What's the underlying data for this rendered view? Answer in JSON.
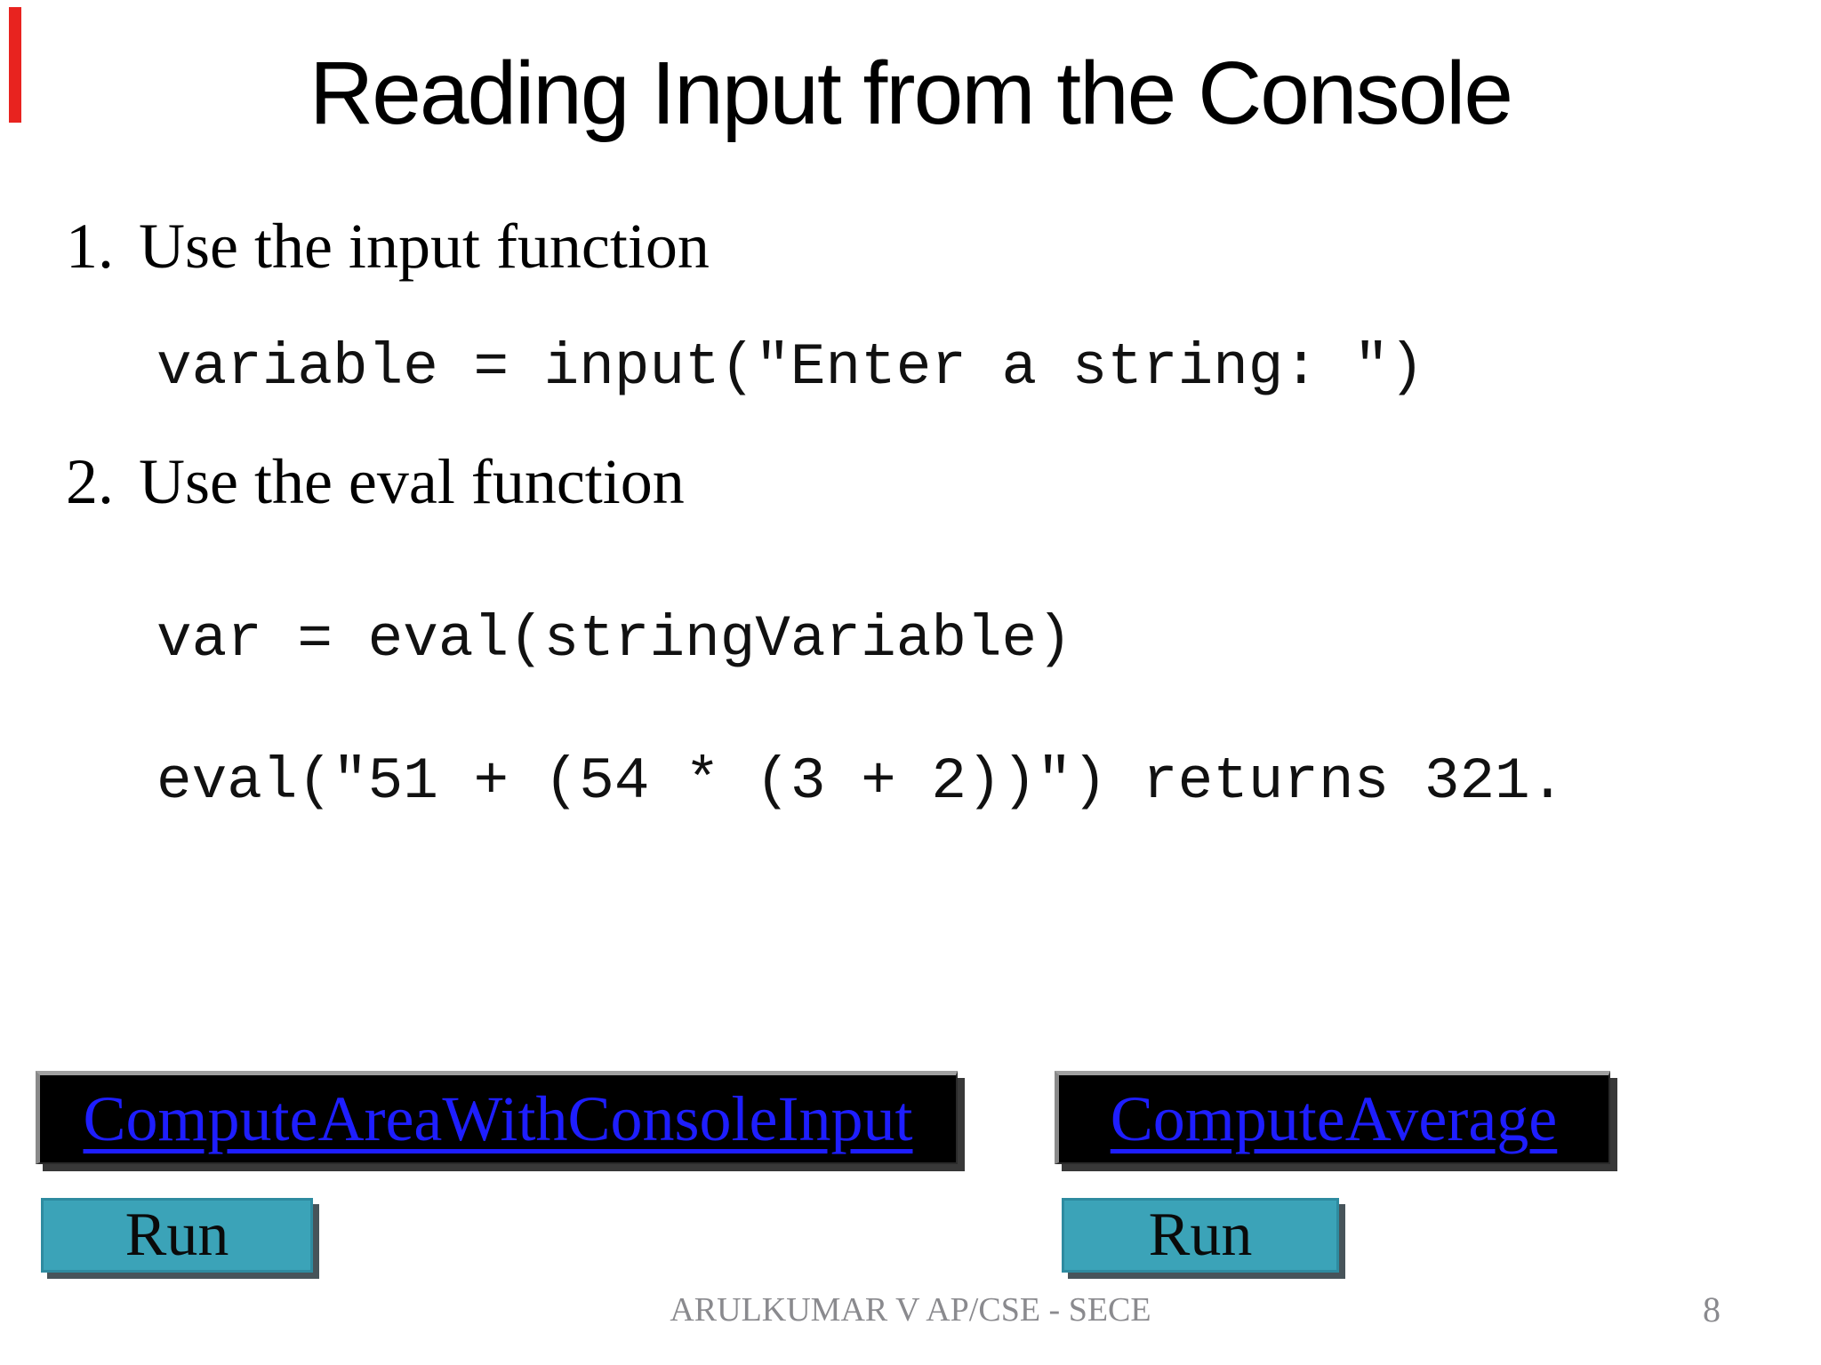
{
  "slide": {
    "title": "Reading Input from the Console",
    "items": [
      {
        "number": "1.",
        "text": "Use the input function",
        "code": "variable = input(\"Enter a string: \")"
      },
      {
        "number": "2.",
        "text": "Use the eval function",
        "code_line1": "var = eval(stringVariable)",
        "code_line2": "eval(\"51 + (54 * (3 + 2))\") returns 321."
      }
    ]
  },
  "buttons": {
    "compute_area_label": "ComputeAreaWithConsoleInput",
    "compute_average_label": "ComputeAverage",
    "run_label": "Run",
    "run_label_2": "Run"
  },
  "footer": {
    "credit": "ARULKUMAR V AP/CSE - SECE",
    "page_number": "8"
  },
  "colors": {
    "link_blue": "#1e1eff",
    "command_button_black": "#000000",
    "run_button_teal": "#3ba3b8",
    "footer_gray": "#8a8a8e",
    "progress_marker_red": "#e8231f"
  }
}
